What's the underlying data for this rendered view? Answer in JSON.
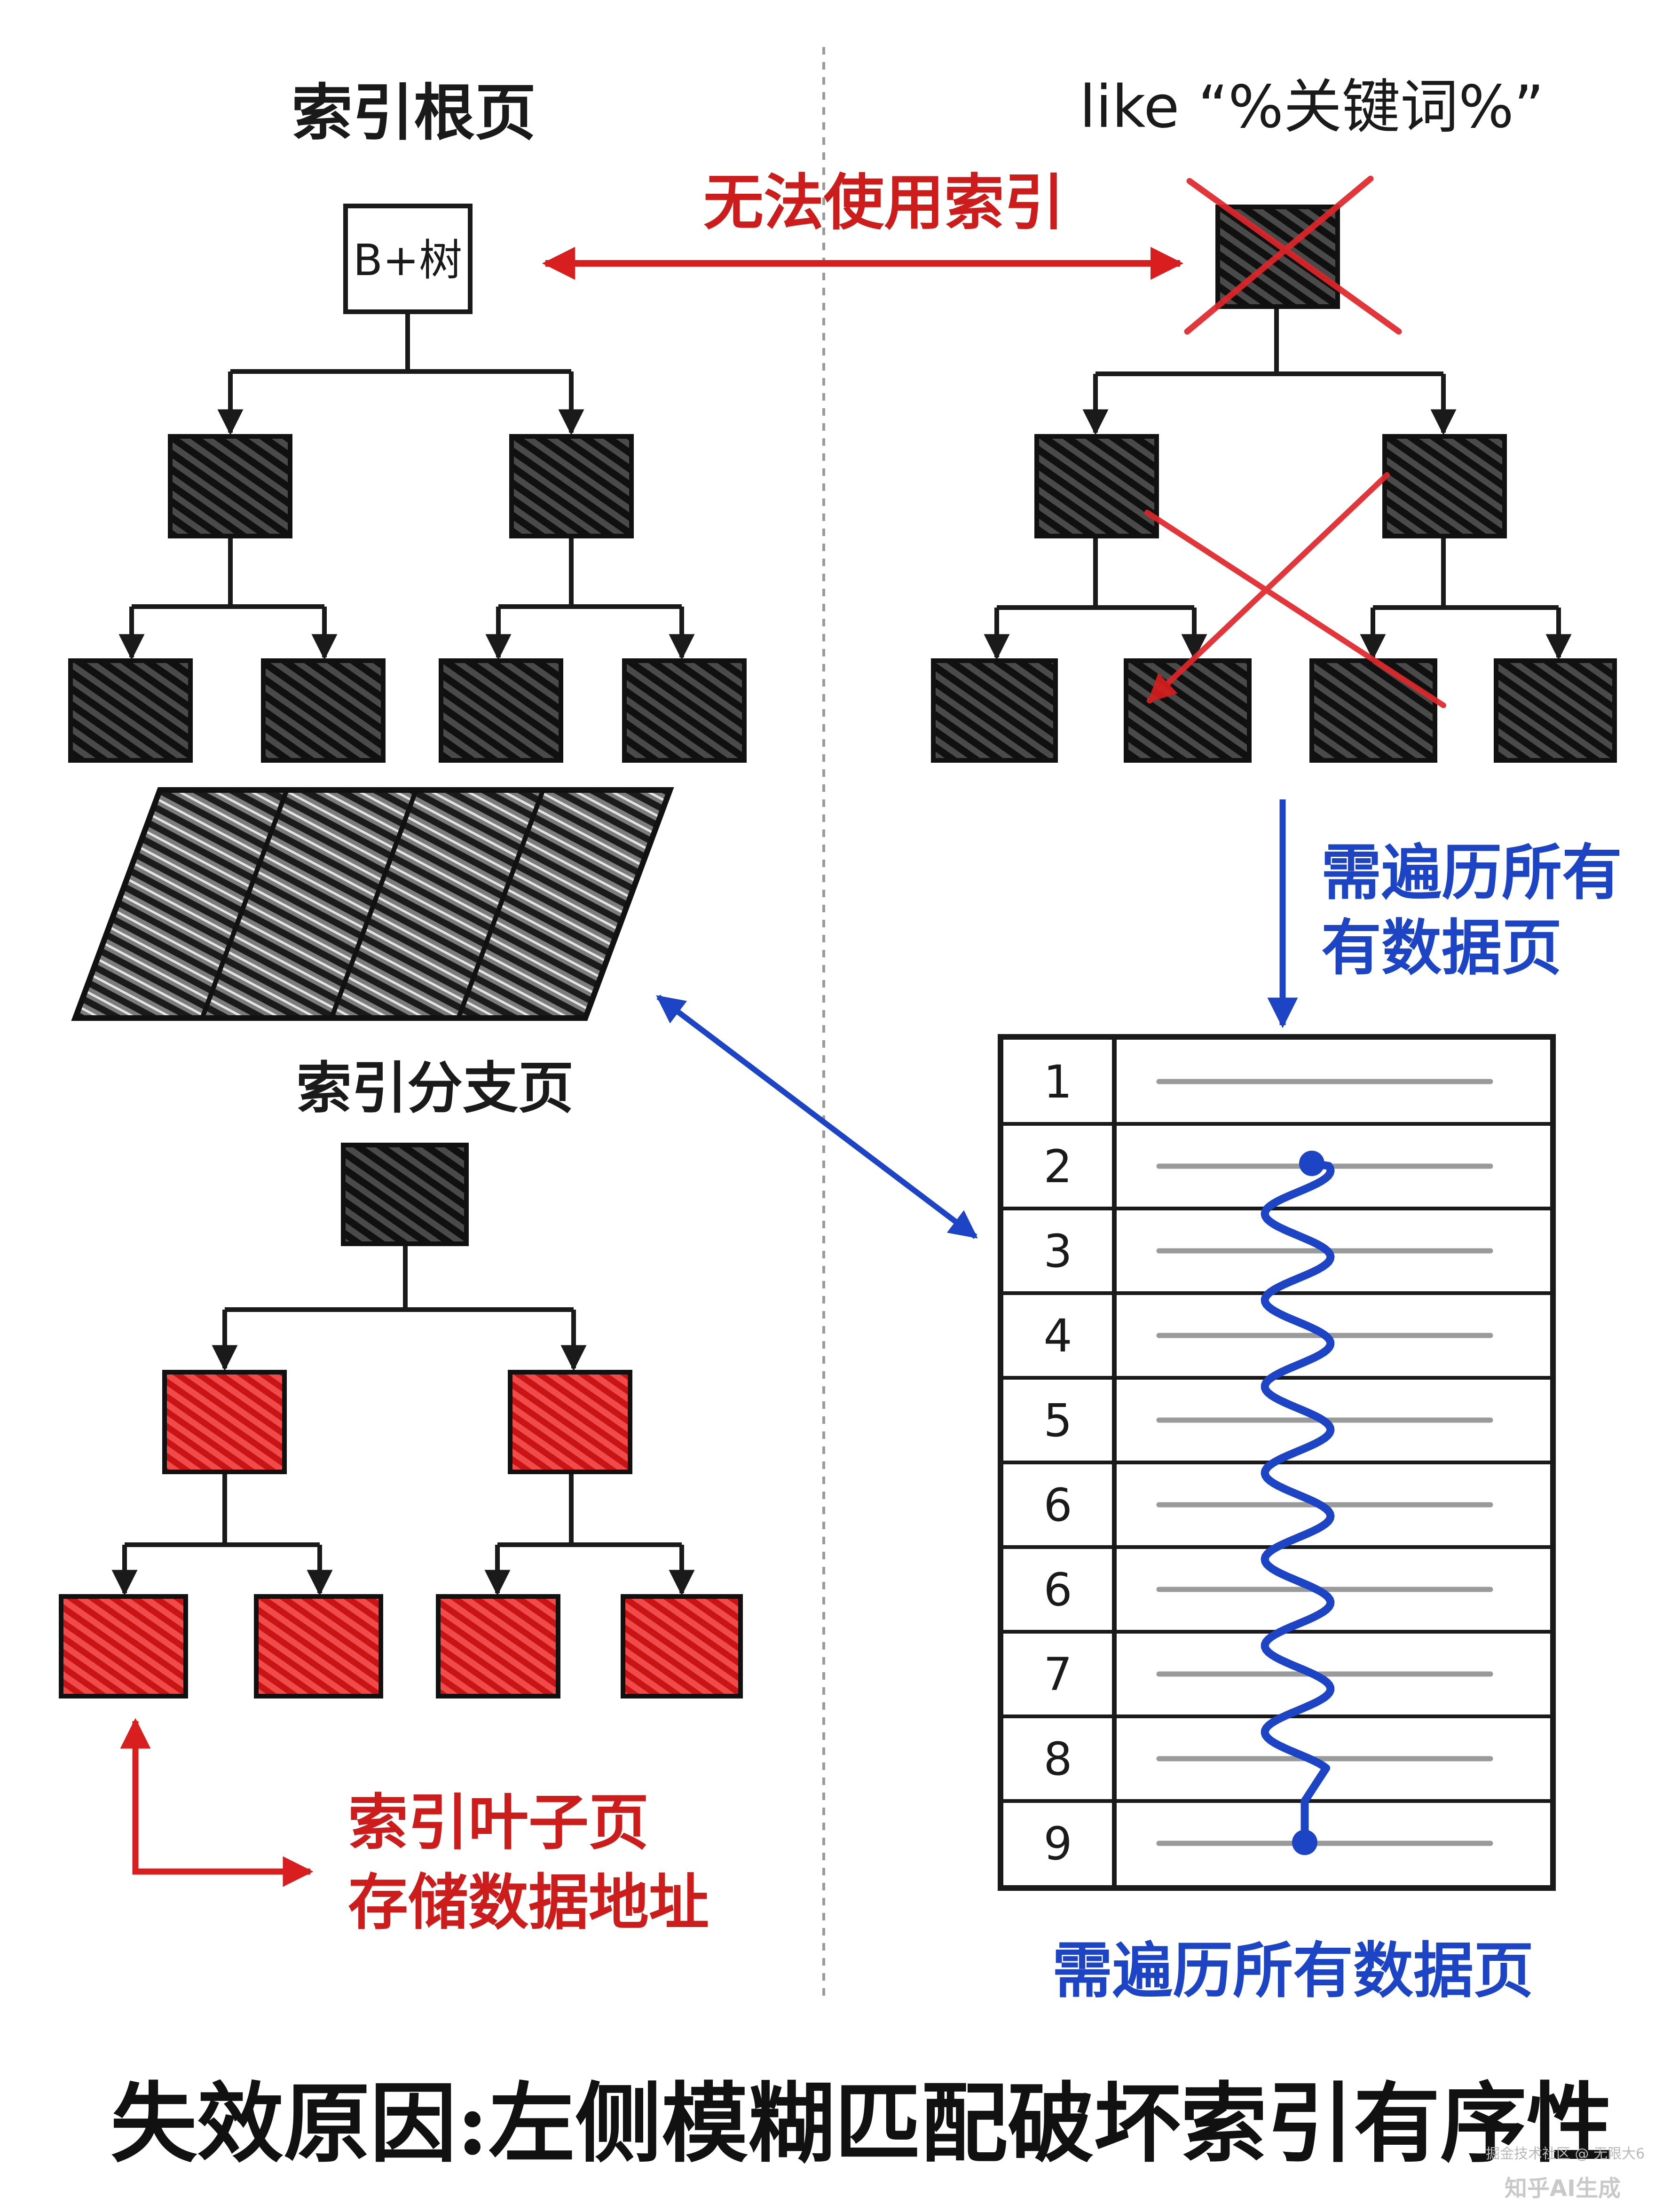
{
  "labels": {
    "left_top_title": "索引根页",
    "right_top_title": "like “%关键词%”",
    "cannot_use_index": "无法使用索引",
    "root_node_label": "B+树",
    "branch_page_title": "索引分支页",
    "leaf_page_label_line1": "索引叶子页",
    "leaf_page_label_line2": "存储数据地址",
    "scan_all_line1": "需遍历所有",
    "scan_all_line2": "有数据页",
    "scan_all_bottom": "需遍历所有数据页",
    "footer": "失效原因:左侧模糊匹配破坏索引有序性"
  },
  "table_rows": [
    "1",
    "2",
    "3",
    "4",
    "5",
    "6",
    "6",
    "7",
    "8",
    "9"
  ],
  "watermark": {
    "small": "掘金技术社区 @ 无限大6",
    "large": "知乎AI生成"
  },
  "colors": {
    "ink": "#1a1a1a",
    "red": "#d81e1e",
    "blue": "#1c44c4",
    "grey_line": "#9a9a9a"
  }
}
